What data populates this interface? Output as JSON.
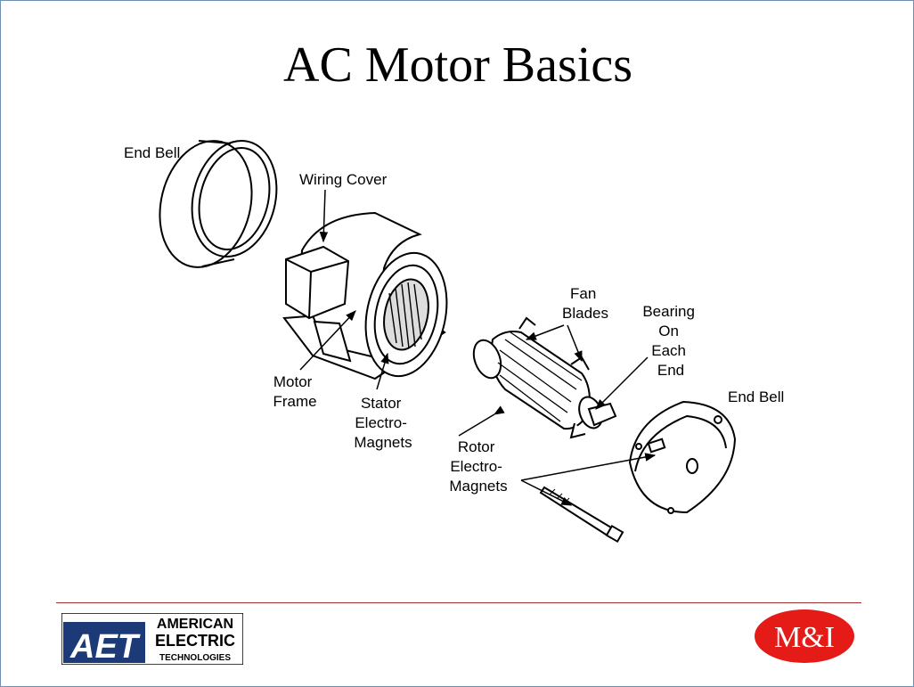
{
  "slide": {
    "title": "AC Motor Basics"
  },
  "labels": {
    "end_bell_left": "End Bell",
    "wiring_cover": "Wiring Cover",
    "motor_frame": [
      "Motor",
      "Frame"
    ],
    "stator": [
      "Stator",
      "Electro-",
      "Magnets"
    ],
    "fan_blades": [
      "Fan",
      "Blades"
    ],
    "bearing": [
      "Bearing",
      "On",
      "Each",
      "End"
    ],
    "end_bell_right": "End Bell",
    "rotor": [
      "Rotor",
      "Electro-",
      "Magnets"
    ]
  },
  "logos": {
    "aet_mark": "AET",
    "aet_lines": [
      "AMERICAN",
      "ELECTRIC",
      "TECHNOLOGIES"
    ],
    "mi_text": "M&I"
  },
  "colors": {
    "frame_border": "#6f8fb5",
    "rule": "#a03030",
    "aet_blue": "#1d3a78",
    "mi_red": "#e41b17"
  }
}
